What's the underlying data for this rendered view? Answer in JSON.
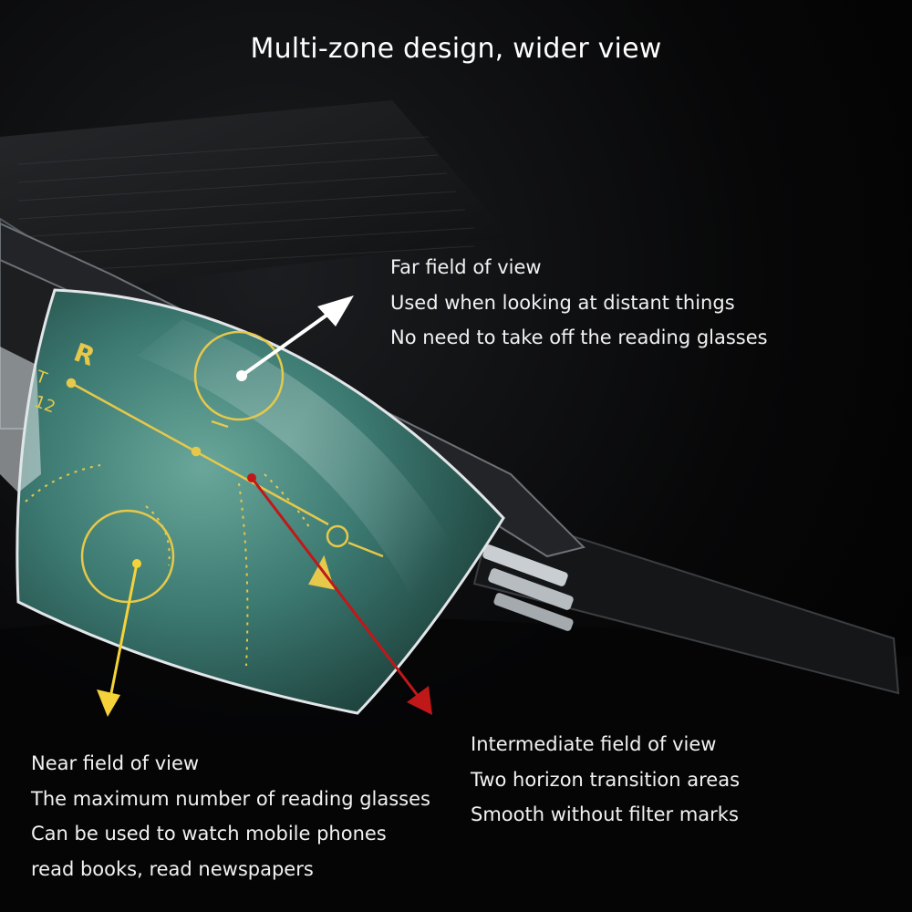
{
  "headline": "Multi-zone design, wider view",
  "lens_marks": {
    "letter_r": "R",
    "letter_t": "T",
    "number_12": "12"
  },
  "zones": {
    "far": {
      "title": "Far field of view",
      "lines": [
        "Used when looking at distant things",
        "No need to take off the reading glasses"
      ]
    },
    "near": {
      "title": "Near field of view",
      "lines": [
        "The maximum number of reading glasses",
        "Can be used to watch mobile phones",
        "read books, read newspapers"
      ]
    },
    "intermediate": {
      "title": "Intermediate field of view",
      "lines": [
        "Two horizon transition areas",
        "Smooth without filter marks"
      ]
    }
  },
  "colors": {
    "far_arrow": "#ffffff",
    "near_arrow": "#f5d23a",
    "intermediate_arrow": "#c01818",
    "guide_marks": "#e6c84a",
    "lens_tint": "#4f8f85"
  }
}
